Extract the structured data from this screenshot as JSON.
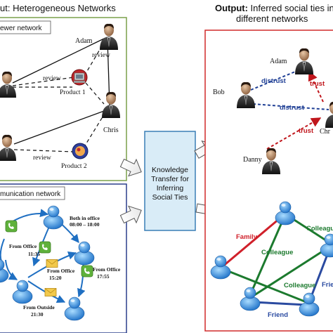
{
  "input_title": "Input: Heterogeneous Networks",
  "input_title_visible": "ut: Heterogeneous Networks",
  "output_title_bold": "Output:",
  "output_title_line1": "Inferred social ties in",
  "output_title_line2": "different networks",
  "reviewer_panel": {
    "label_visible": "ewer network",
    "people": [
      "Adam",
      "Chris"
    ],
    "products": [
      "Product 1",
      "Product 2"
    ],
    "edge_labels": [
      "review",
      "review",
      "review"
    ]
  },
  "communication_panel": {
    "label_visible": "munication network",
    "annotations": [
      {
        "line1": "Both in office",
        "line2": "08:00 – 18:00"
      },
      {
        "line1": "From Office",
        "line2": "11:35"
      },
      {
        "line1": "From Office",
        "line2": "15:20"
      },
      {
        "line1": "From Office",
        "line2": "17:55"
      },
      {
        "line1": "From Outside",
        "line2": "21:30"
      }
    ]
  },
  "center_box": {
    "line1": "Knowledge",
    "line2": "Transfer for",
    "line3": "Inferring",
    "line4": "Social Ties"
  },
  "trust_panel": {
    "people": [
      "Adam",
      "Bob",
      "Chris",
      "Danny"
    ],
    "people_visible": {
      "chris": "Chr"
    },
    "edges": [
      {
        "label": "distrust",
        "color": "#1f3f95"
      },
      {
        "label": "distrust",
        "color": "#1f3f95"
      },
      {
        "label": "trust",
        "color": "#c0161c"
      },
      {
        "label": "trust",
        "color": "#c0161c"
      }
    ]
  },
  "social_panel": {
    "edges": [
      {
        "label": "Family",
        "color": "#d0202a"
      },
      {
        "label": "Colleague",
        "color": "#1c7a2e"
      },
      {
        "label": "Colleague",
        "color": "#1c7a2e"
      },
      {
        "label": "Colleague",
        "color": "#1c7a2e"
      },
      {
        "label": "Friend",
        "color": "#2a4aa0"
      },
      {
        "label": "Frie",
        "color": "#2a4aa0"
      }
    ]
  },
  "colors": {
    "reviewer_border": "#7aa14a",
    "communication_border": "#2b3f8c",
    "output_border": "#d02a2a",
    "center_fill": "#d9ecf7",
    "center_border": "#3a7fb5"
  }
}
